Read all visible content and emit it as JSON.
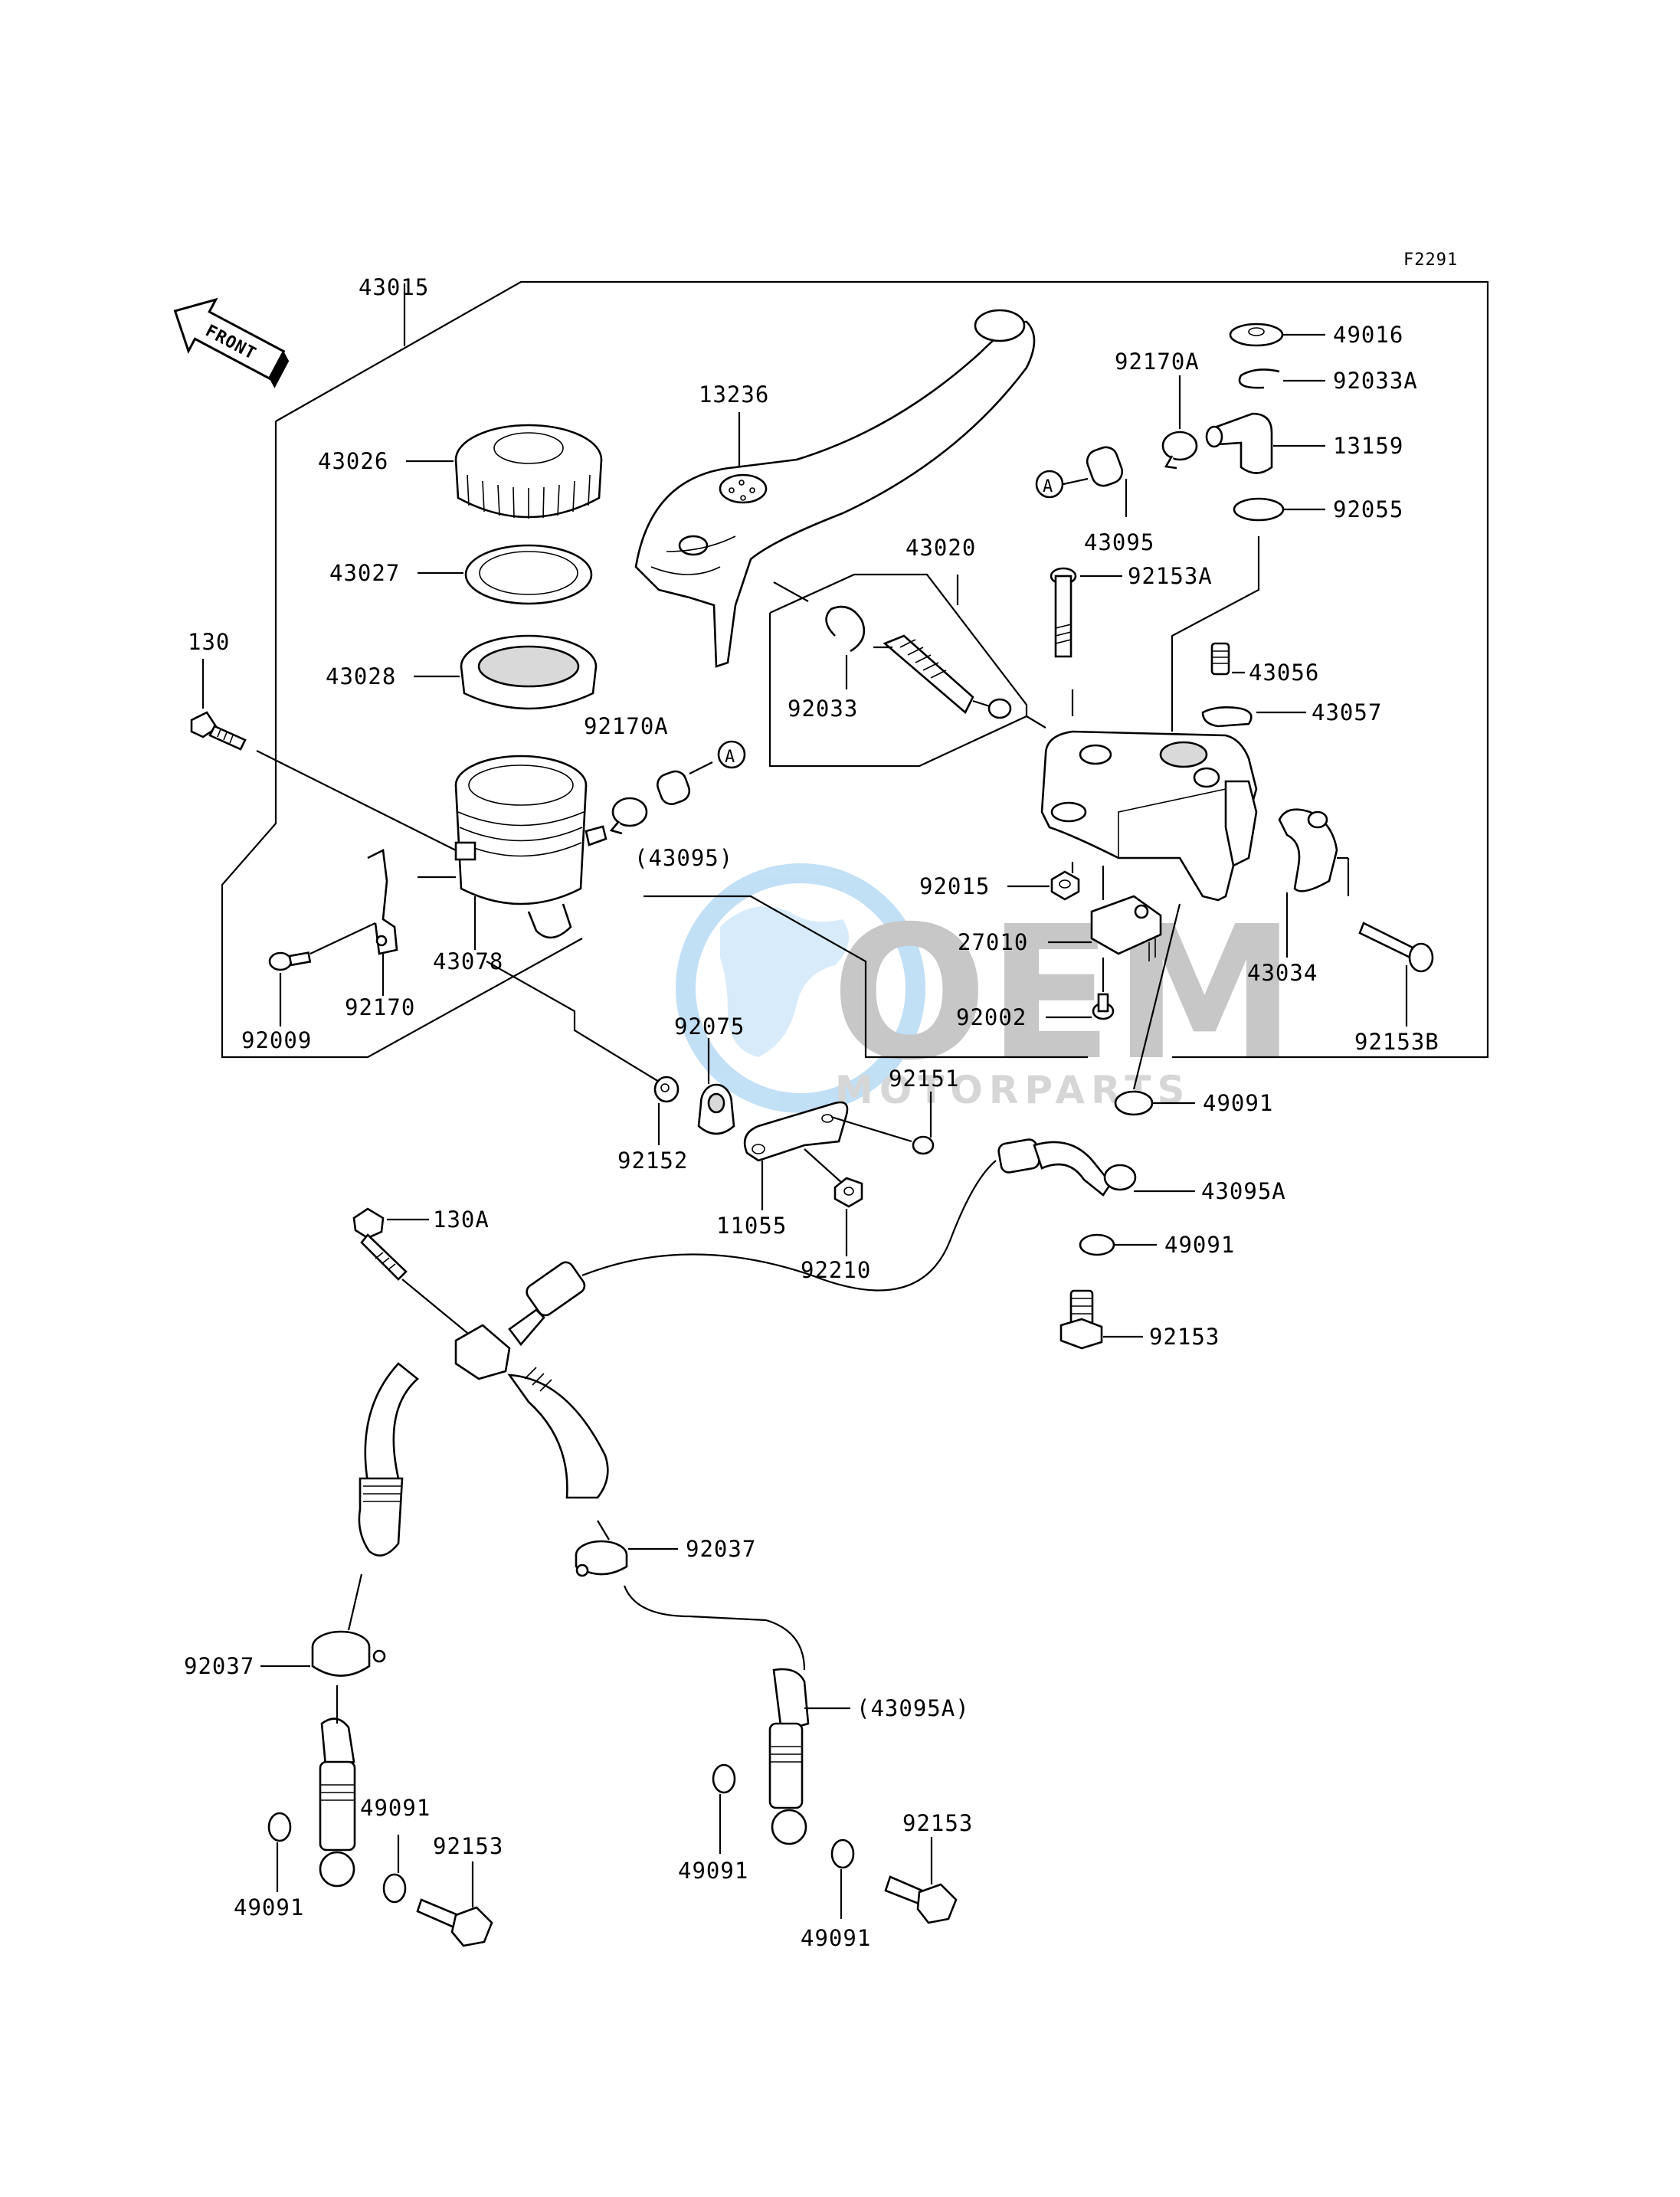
{
  "figure_code": "F2291",
  "front_label": "FRONT",
  "callout_marker": "A",
  "watermark": {
    "main": "OEM",
    "sub": "MOTORPARTS",
    "color_blue": "#5aa9e6",
    "color_gray": "#9a9a9a"
  },
  "part_numbers": {
    "p43015": "43015",
    "p43026": "43026",
    "p43027": "43027",
    "p43028": "43028",
    "p130": "130",
    "p43078": "43078",
    "p92170": "92170",
    "p92009": "92009",
    "p92170A_left": "92170A",
    "p43095_paren": "(43095)",
    "p13236": "13236",
    "p43020": "43020",
    "p92033": "92033",
    "p92170A_right": "92170A",
    "p43095": "43095",
    "p49016": "49016",
    "p92033A": "92033A",
    "p13159": "13159",
    "p92055": "92055",
    "p92153A": "92153A",
    "p43056": "43056",
    "p43057": "43057",
    "p92015": "92015",
    "p27010": "27010",
    "p92002": "92002",
    "p43034": "43034",
    "p92153B": "92153B",
    "p92075": "92075",
    "p92151": "92151",
    "p92152": "92152",
    "p11055": "11055",
    "p92210": "92210",
    "p49091_a": "49091",
    "p43095A": "43095A",
    "p49091_b": "49091",
    "p92153_a": "92153",
    "p130A": "130A",
    "p92037_a": "92037",
    "p92037_b": "92037",
    "p43095A_paren": "(43095A)",
    "p49091_c": "49091",
    "p92153_b": "92153",
    "p49091_d": "49091",
    "p49091_e": "49091",
    "p92153_c": "92153",
    "p49091_f": "49091"
  }
}
